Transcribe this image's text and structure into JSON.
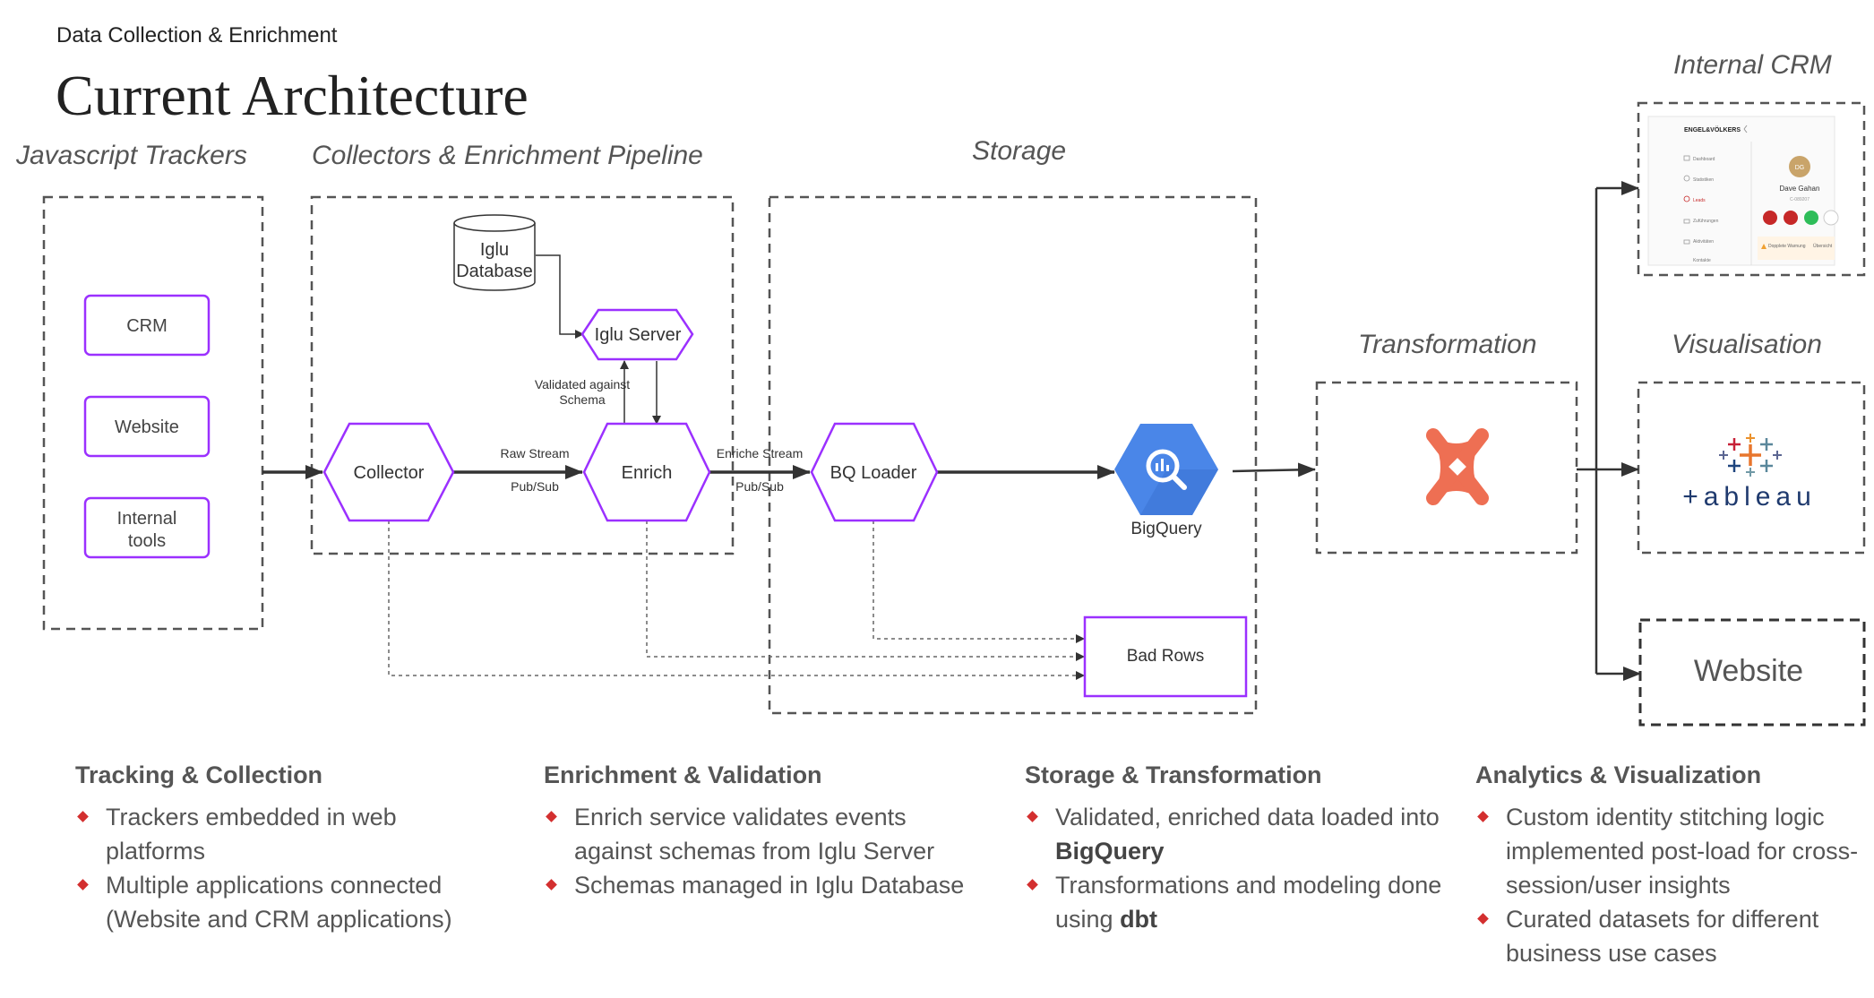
{
  "header": {
    "subtitle": "Data Collection & Enrichment",
    "title": "Current Architecture"
  },
  "sections": {
    "trackers": "Javascript Trackers",
    "pipeline": "Collectors & Enrichment Pipeline",
    "storage": "Storage",
    "transformation": "Transformation",
    "internal_crm": "Internal CRM",
    "visualisation": "Visualisation"
  },
  "trackers": {
    "items": [
      {
        "label": "CRM"
      },
      {
        "label": "Website"
      },
      {
        "label": "Internal tools",
        "lines": [
          "Internal",
          "tools"
        ]
      }
    ]
  },
  "nodes": {
    "iglu_database": {
      "label": "Iglu Database",
      "lines": [
        "Iglu",
        "Database"
      ]
    },
    "iglu_server": "Iglu Server",
    "collector": "Collector",
    "enrich": "Enrich",
    "bq_loader": "BQ Loader",
    "bigquery": "BigQuery",
    "bad_rows": "Bad Rows",
    "website_dest": "Website"
  },
  "edges": {
    "validated": {
      "label": "Validated against Schema",
      "lines": [
        "Validated against",
        "Schema"
      ]
    },
    "raw_stream": "Raw Stream",
    "raw_pubsub": "Pub/Sub",
    "enriched_stream": "Enriche Stream",
    "enriched_pubsub": "Pub/Sub"
  },
  "crm_preview": {
    "brand": "ENGEL&VÖLKERS",
    "menu": [
      "Dashboard",
      "Statistiken",
      "Leads",
      "Zuführungen",
      "Aktivitäten",
      "Kontakte"
    ],
    "initials": "DG",
    "name": "Dave Gahan",
    "id": "C-089207",
    "warning": "Dopplete Warnung",
    "link": "Übersicht"
  },
  "tableau": {
    "wordmark": "+ableau"
  },
  "colors": {
    "node_border": "#9b30ff",
    "dashed_border": "#555555",
    "arrow": "#333333",
    "bigquery_blue": "#4a86e8",
    "dbt_orange": "#ee6f53",
    "bullet_red": "#d32f2f",
    "tableau_navy": "#1f3a6e"
  },
  "icons": [
    "bigquery-icon",
    "dbt-logo-icon",
    "tableau-logo-icon",
    "database-cylinder-icon"
  ],
  "summaries": [
    {
      "heading": "Tracking & Collection",
      "bullets": [
        {
          "text": "Trackers embedded in web platforms"
        },
        {
          "text": "Multiple applications connected (Website and CRM applications)"
        }
      ]
    },
    {
      "heading": "Enrichment & Validation",
      "bullets": [
        {
          "text": "Enrich service validates events against schemas from Iglu Server"
        },
        {
          "text": "Schemas managed in Iglu Database"
        }
      ]
    },
    {
      "heading": "Storage & Transformation",
      "bullets": [
        {
          "text": "Validated, enriched data loaded into ",
          "bold": "BigQuery"
        },
        {
          "text": "Transformations and modeling done using ",
          "bold": "dbt"
        }
      ]
    },
    {
      "heading": "Analytics & Visualization",
      "bullets": [
        {
          "text": "Custom identity stitching logic implemented post-load for cross-session/user insights"
        },
        {
          "text": "Curated datasets for different business use cases"
        }
      ]
    }
  ]
}
